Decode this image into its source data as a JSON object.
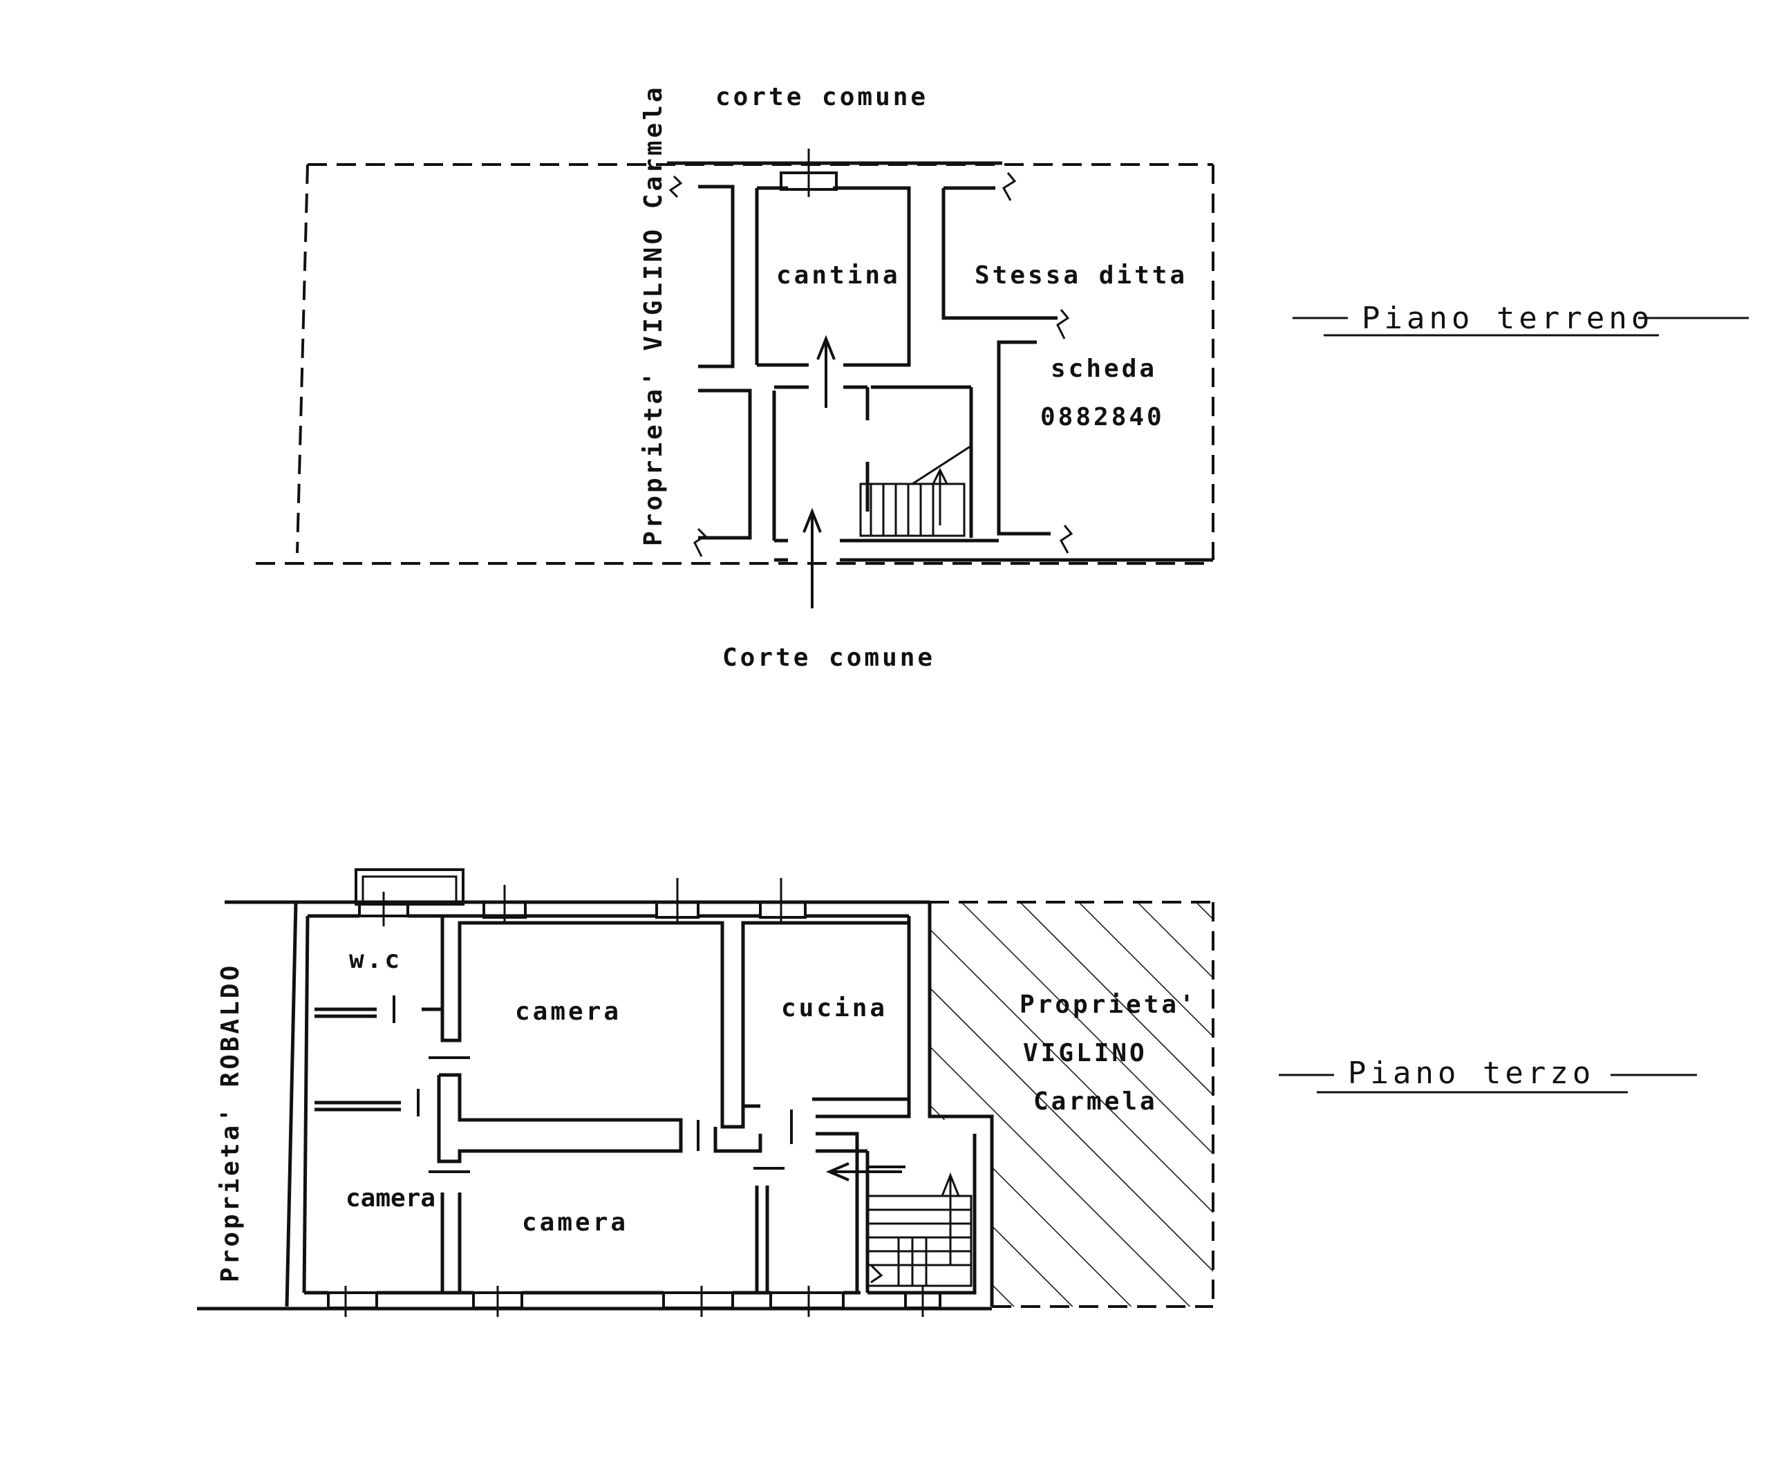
{
  "colors": {
    "ink": "#111111",
    "paper": "#ffffff"
  },
  "ground_floor": {
    "title": "Piano terreno",
    "court_top": "corte comune",
    "court_bottom": "Corte comune",
    "neighbor_left": "Proprieta' VIGLINO Carmela",
    "rooms": {
      "cantina": "cantina"
    },
    "same_owner_line1": "Stessa ditta",
    "same_owner_line2": "scheda",
    "same_owner_line3": "0882840"
  },
  "third_floor": {
    "title": "Piano terzo",
    "neighbor_left": "Proprieta' ROBALDO",
    "rooms": {
      "wc": "w.c",
      "camera_a": "camera",
      "cucina": "cucina",
      "camera_b": "camera",
      "camera_c": "camera"
    },
    "neighbor_right_line1": "Proprieta'",
    "neighbor_right_line2": "VIGLINO",
    "neighbor_right_line3": "Carmela"
  }
}
